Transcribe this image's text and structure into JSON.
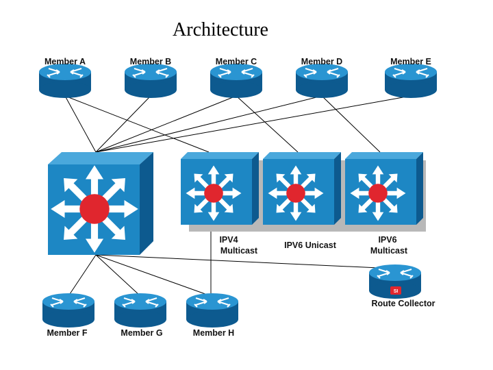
{
  "title": "Architecture",
  "members_top": [
    "Member A",
    "Member B",
    "Member C",
    "Member D",
    "Member E"
  ],
  "members_bottom": [
    "Member F",
    "Member G",
    "Member H"
  ],
  "switches": [
    {
      "line1": "IPV4",
      "line2": "Multicast"
    },
    {
      "line1": "IPV6 Unicast",
      "line2": ""
    },
    {
      "line1": "IPV6",
      "line2": "Multicast"
    }
  ],
  "route_collector": {
    "label": "Route Collector",
    "badge": "SI"
  },
  "colors": {
    "device_blue": "#1d87c4",
    "device_dark": "#0d5a8f",
    "hub_red": "#e0262e",
    "link": "#000000"
  }
}
